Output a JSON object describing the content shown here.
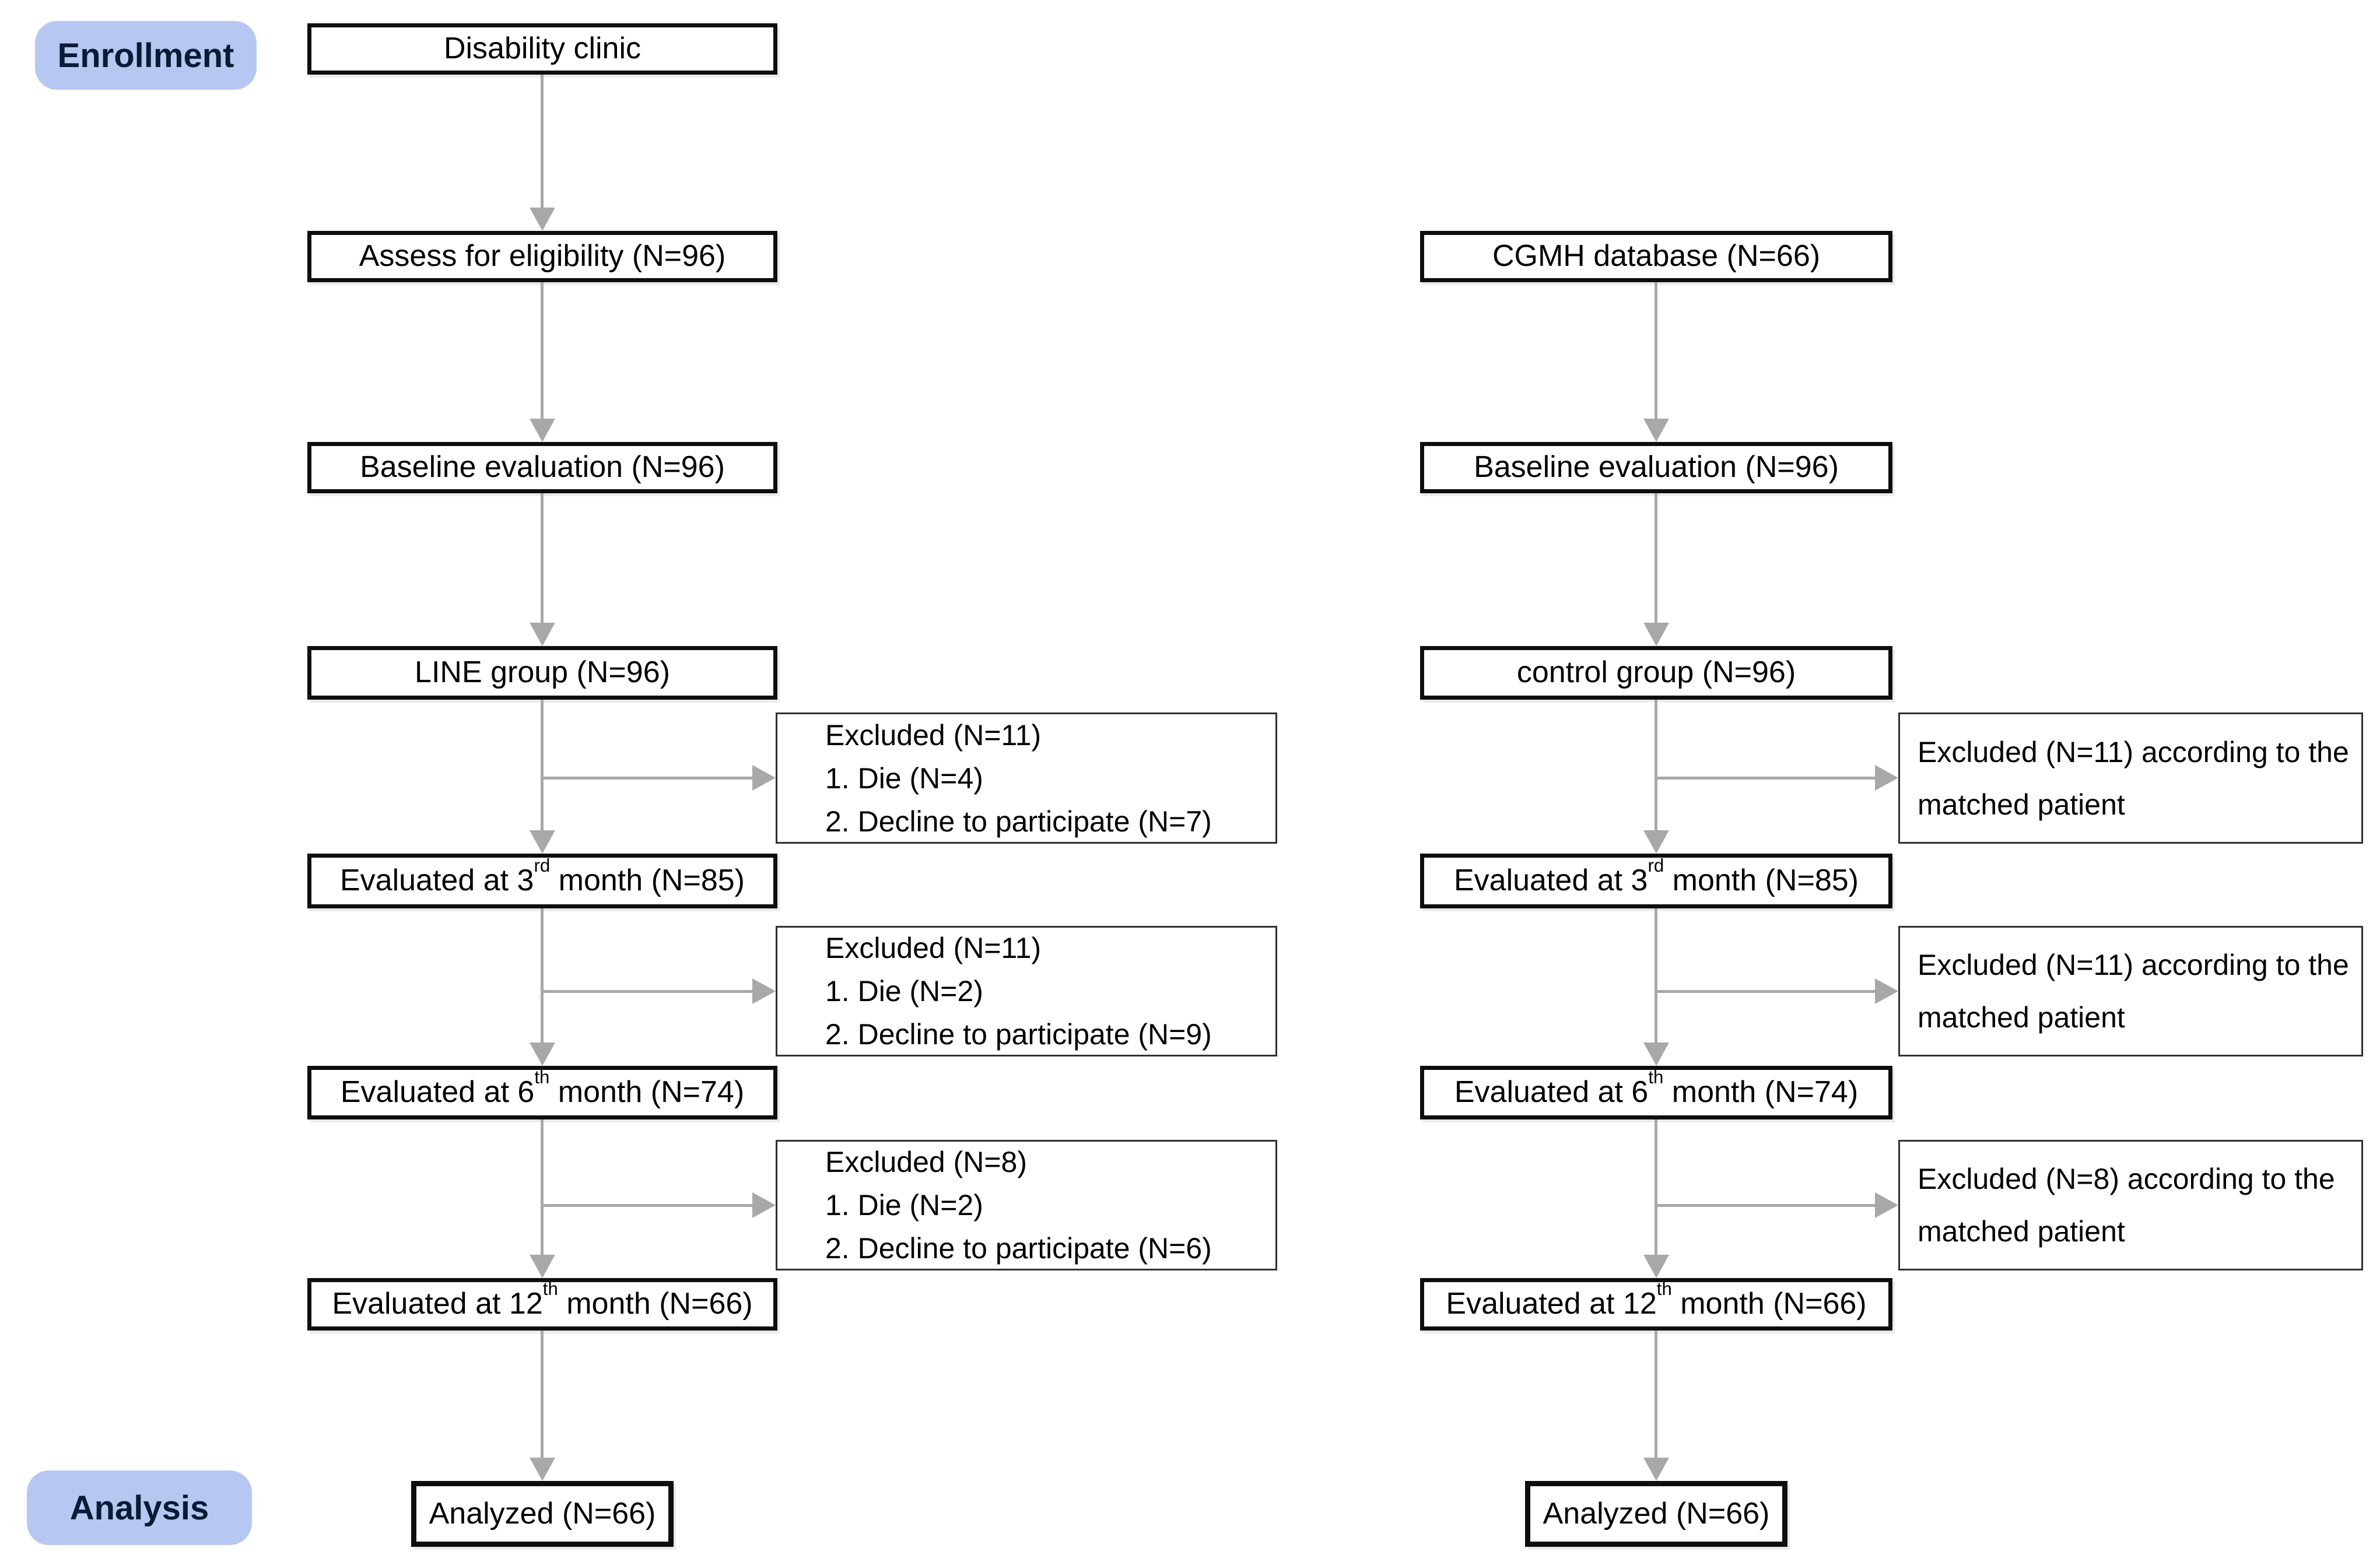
{
  "badges": {
    "enrollment": "Enrollment",
    "analysis": "Analysis"
  },
  "colors": {
    "badge_bg": "#b6c8f2",
    "badge_text": "#0b1b35",
    "box_border": "#0e0e0e",
    "excluded_border": "#303030",
    "arrow": "#a8a8a8",
    "background": "#ffffff"
  },
  "left": {
    "boxes": [
      {
        "text": "Disability clinic"
      },
      {
        "text": "Assess for eligibility (N=96)"
      },
      {
        "text": "Baseline evaluation (N=96)"
      },
      {
        "text": "LINE group (N=96)"
      },
      {
        "pre": "Evaluated at 3",
        "sup": "rd",
        "post": " month (N=85)"
      },
      {
        "pre": "Evaluated at 6",
        "sup": "th",
        "post": " month (N=74)"
      },
      {
        "pre": "Evaluated at 12",
        "sup": "th",
        "post": " month (N=66)"
      },
      {
        "text": "Analyzed (N=66)"
      }
    ],
    "excluded": [
      {
        "lines": [
          "Excluded (N=11)",
          "1. Die (N=4)",
          "2. Decline to participate (N=7)"
        ]
      },
      {
        "lines": [
          "Excluded (N=11)",
          "1. Die (N=2)",
          "2. Decline to participate (N=9)"
        ]
      },
      {
        "lines": [
          "Excluded (N=8)",
          "1. Die (N=2)",
          "2. Decline to participate (N=6)"
        ]
      }
    ]
  },
  "right": {
    "boxes": [
      {
        "text": "CGMH database (N=66)"
      },
      {
        "text": "Baseline evaluation (N=96)"
      },
      {
        "text": "control group (N=96)"
      },
      {
        "pre": "Evaluated at 3",
        "sup": "rd",
        "post": " month (N=85)"
      },
      {
        "pre": "Evaluated at 6",
        "sup": "th",
        "post": " month (N=74)"
      },
      {
        "pre": "Evaluated at 12",
        "sup": "th",
        "post": " month (N=66)"
      },
      {
        "text": "Analyzed (N=66)"
      }
    ],
    "excluded": [
      {
        "lines": [
          "Excluded (N=11) according to the",
          "matched patient"
        ]
      },
      {
        "lines": [
          "Excluded (N=11) according to the",
          "matched patient"
        ]
      },
      {
        "lines": [
          "Excluded (N=8) according to the",
          "matched patient"
        ]
      }
    ]
  }
}
